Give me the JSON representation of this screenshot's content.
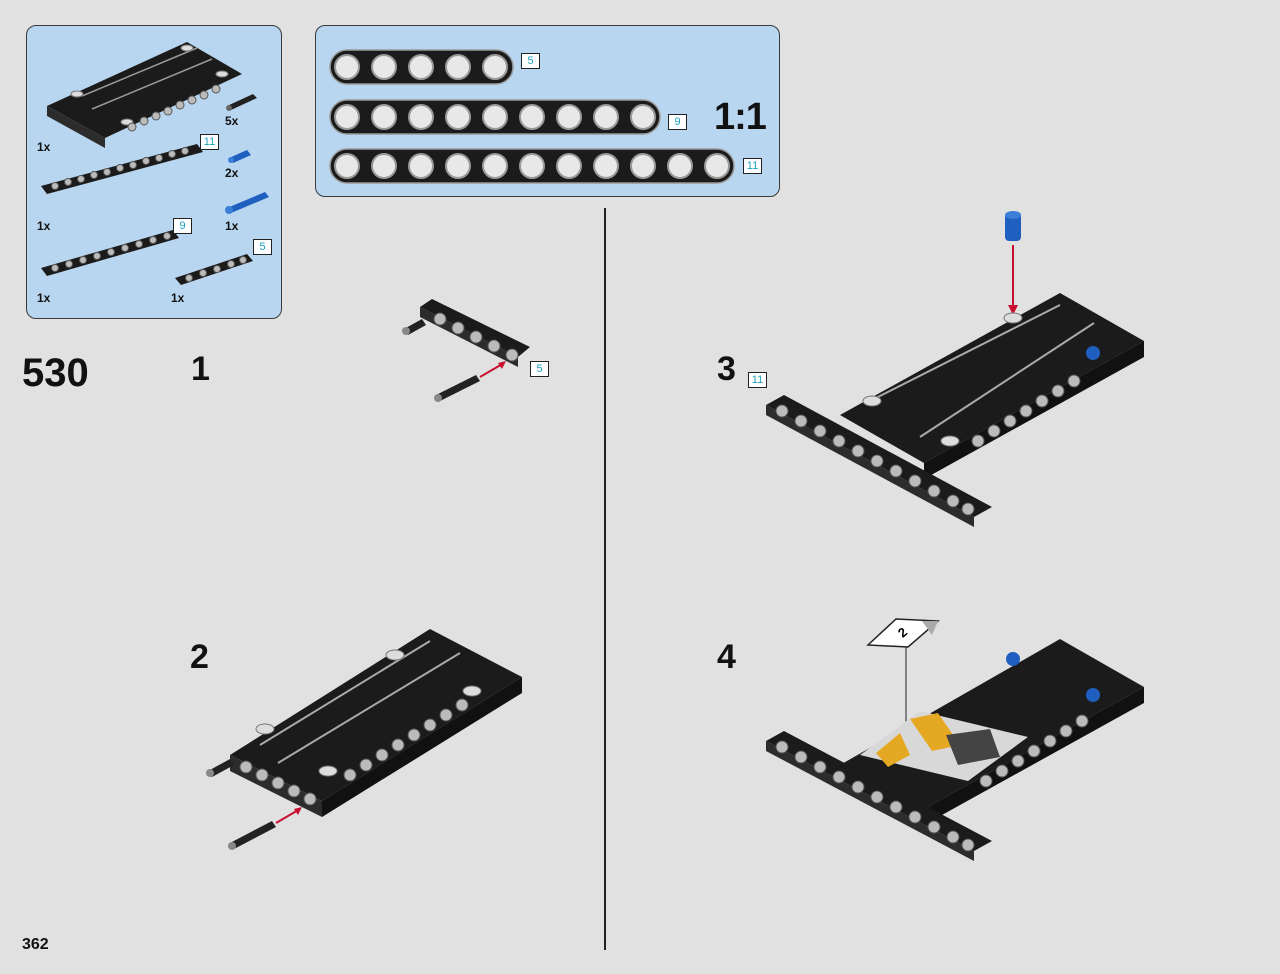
{
  "page": {
    "number": "362"
  },
  "sub_build": {
    "number": "530"
  },
  "parts_list": {
    "items": [
      {
        "name": "beam-plate",
        "qty": "1x"
      },
      {
        "name": "black-pin",
        "qty": "5x"
      },
      {
        "name": "blue-pin",
        "qty": "2x"
      },
      {
        "name": "blue-axle-pin",
        "qty": "1x"
      },
      {
        "name": "beam-11",
        "qty": "1x",
        "length": "11"
      },
      {
        "name": "beam-9",
        "qty": "1x",
        "length": "9"
      },
      {
        "name": "beam-5",
        "qty": "1x",
        "length": "5"
      }
    ]
  },
  "scale_panel": {
    "scale": "1:1",
    "beams": [
      {
        "length": "5",
        "holes": 5
      },
      {
        "length": "9",
        "holes": 9
      },
      {
        "length": "11",
        "holes": 11
      }
    ]
  },
  "steps": [
    {
      "number": "1",
      "callout": "5"
    },
    {
      "number": "2"
    },
    {
      "number": "3",
      "callout": "11"
    },
    {
      "number": "4",
      "sticker": "2"
    }
  ],
  "colors": {
    "panel": "#b8d6f0",
    "part_black": "#1b1b1b",
    "arrow": "#c8102e",
    "blue_pin": "#1f5fbf",
    "callout_text": "#1aa0c0"
  },
  "icons": [
    "black-pin-icon",
    "blue-pin-icon",
    "blue-axle-pin-icon",
    "red-arrow-icon",
    "sticker-icon"
  ]
}
